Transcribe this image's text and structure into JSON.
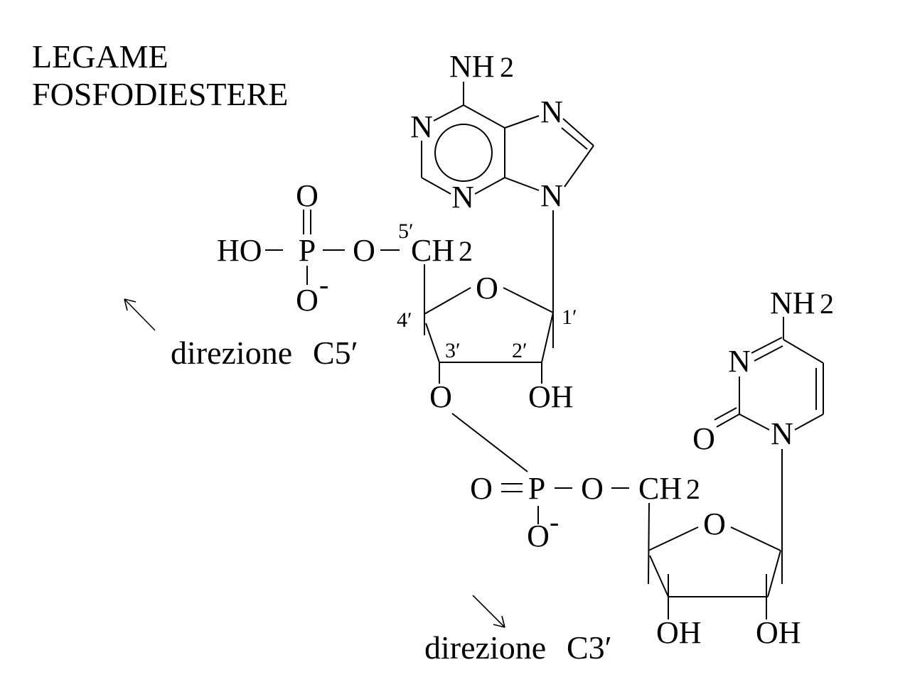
{
  "title": {
    "line1": "LEGAME",
    "line2": "FOSFODIESTERE"
  },
  "adenine": {
    "amino": "NH",
    "amino_subscript": "2",
    "n1": "N",
    "n3": "N",
    "n7": "N",
    "n9": "N"
  },
  "phosphate_terminal": {
    "hydroxyl": "HO",
    "phosphorus": "P",
    "double_bond_oxygen": "O",
    "ester_oxygen": "O",
    "anionic_oxygen": "O",
    "charge": "-"
  },
  "ribose_upper": {
    "methylene": "CH",
    "methylene_subscript": "2",
    "ring_oxygen": "O",
    "c5_label": "5′",
    "c4_label": "4′",
    "c3_label": "3′",
    "c2_label": "2′",
    "c1_label": "1′",
    "o3_oxygen": "O",
    "c2_hydroxyl": "OH"
  },
  "phosphodiester": {
    "double_bond_oxygen": "O",
    "phosphorus": "P",
    "ester_oxygen": "O",
    "anionic_oxygen": "O",
    "charge": "-"
  },
  "cytosine": {
    "amino": "NH",
    "amino_subscript": "2",
    "n3": "N",
    "n1": "N",
    "carbonyl_oxygen": "O"
  },
  "ribose_lower": {
    "methylene": "CH",
    "methylene_subscript": "2",
    "ring_oxygen": "O",
    "c3_hydroxyl": "OH",
    "c2_hydroxyl": "OH"
  },
  "direction_5prime": {
    "word": "direzione",
    "terminus": "C5′"
  },
  "direction_3prime": {
    "word": "direzione",
    "terminus": "C3′"
  },
  "colors": {
    "ink": "#000000",
    "background": "#ffffff"
  }
}
